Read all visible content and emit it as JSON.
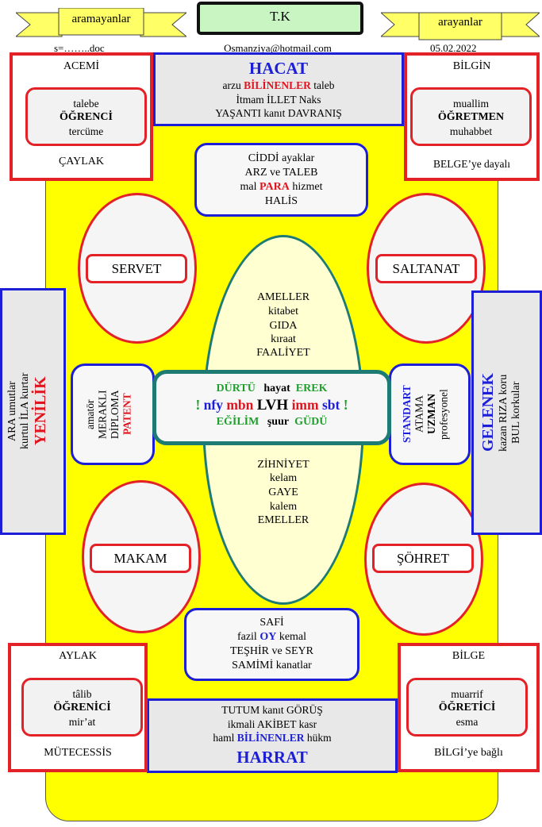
{
  "header": {
    "left_ribbon": "aramayanlar",
    "center_title": "T.K",
    "right_ribbon": "arayanlar",
    "left_small": "s=……..doc",
    "email": "Osmanziya@hotmail.com",
    "date": "05.02.2022"
  },
  "top_center": {
    "title": "HACAT",
    "line1_a": "arzu ",
    "line1_b": "BİLİNENLER",
    "line1_c": " taleb",
    "line2": "İtmam İLLET  Naks",
    "line3": "YAŞANTI  kanıt DAVRANIŞ"
  },
  "bottom_center": {
    "line1": "TUTUM  kanıt  GÖRÜŞ",
    "line2": "ikmali  AKİBET kasr",
    "line3_a": "haml ",
    "line3_b": "BİLİNENLER",
    "line3_c": " hükm",
    "title": "HARRAT"
  },
  "corner_tl": {
    "top": "ACEMİ",
    "inner1": "talebe",
    "inner2": "ÖĞRENCİ",
    "inner3": "tercüme",
    "bottom": "ÇAYLAK"
  },
  "corner_tr": {
    "top": "BİLGİN",
    "inner1": "muallim",
    "inner2": "ÖĞRETMEN",
    "inner3": "muhabbet",
    "bottom": "BELGE’ye dayalı"
  },
  "corner_bl": {
    "top": "AYLAK",
    "inner1": "tâlib",
    "inner2": "ÖĞRENİCİ",
    "inner3": "mir’at",
    "bottom": "MÜTECESSİS"
  },
  "corner_br": {
    "top": "BİLGE",
    "inner1": "muarrif",
    "inner2": "ÖĞRETİCİ",
    "inner3": "esma",
    "bottom": "BİLGİ’ye bağlı"
  },
  "top_box": {
    "line1": "CİDDİ ayaklar",
    "line2": "ARZ ve TALEB",
    "line3_a": "mal ",
    "line3_b": "PARA",
    "line3_c": " hizmet",
    "line4": "HALİS"
  },
  "bottom_box": {
    "line1": "SAFİ",
    "line2_a": "fazil ",
    "line2_b": "OY",
    "line2_c": " kemal",
    "line3": "TEŞHİR ve  SEYR",
    "line4": "SAMİMİ  kanatlar"
  },
  "ellipses": {
    "tl": "SERVET",
    "tr": "SALTANAT",
    "bl": "MAKAM",
    "br": "ŞÖHRET"
  },
  "center_oval": {
    "upper": [
      "AMELLER",
      "kitabet",
      "GIDA",
      "kıraat",
      "FAALİYET"
    ],
    "lower": [
      "ZİHNİYET",
      "kelam",
      "GAYE",
      "kalem",
      "EMELLER"
    ]
  },
  "center_box": {
    "row1_a": "DÜRTÜ",
    "row1_b": "hayat",
    "row1_c": "EREK",
    "row2": [
      "!",
      "nfy",
      "mbn",
      "LVH",
      "imm",
      "sbt",
      "!"
    ],
    "row3_a": "EĞİLİM",
    "row3_b": "şuur",
    "row3_c": "GÜDÜ"
  },
  "left_mid_box": {
    "l1": "amatör",
    "l2": "MERAKLI",
    "l3": "DİPLOMA",
    "l4": "PATENT"
  },
  "right_mid_box": {
    "l1": "STANDART",
    "l2": "ATAMA",
    "l3": "UZMAN",
    "l4": "profesyonel"
  },
  "left_side": {
    "l1": "ARA umutlar",
    "l2": "kurtul İLA  kurtar",
    "l3": "YENİLİK"
  },
  "right_side": {
    "l1": "GELENEK",
    "l2": "kazan RIZA  koru",
    "l3": "BUL korkular"
  },
  "colors": {
    "yellow": "#ffff00",
    "red": "#e32228",
    "blue": "#1c1fd6",
    "green": "#1f9e2c",
    "teal": "#1e7b74",
    "gray": "#e8e8e8",
    "cream": "#ffffd2"
  }
}
